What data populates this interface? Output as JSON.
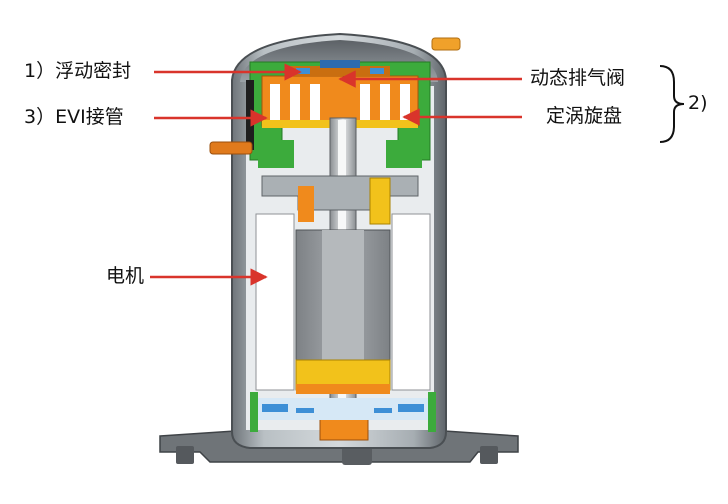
{
  "labels": {
    "floating_seal": "1）浮动密封",
    "evi_pipe": "3）EVI接管",
    "motor": "电机",
    "dynamic_valve": "动态排气阀",
    "fixed_scroll": "定涡旋盘",
    "group_two": "2)"
  },
  "colors": {
    "arrow": "#d9342b",
    "shell": "#9ea6ab",
    "shell_dark": "#6d7378",
    "green": "#3cab3c",
    "orange": "#f08a1c",
    "yellow": "#f2c21b",
    "motor_gray": "#8f9296",
    "blue": "#3d8fd6"
  }
}
